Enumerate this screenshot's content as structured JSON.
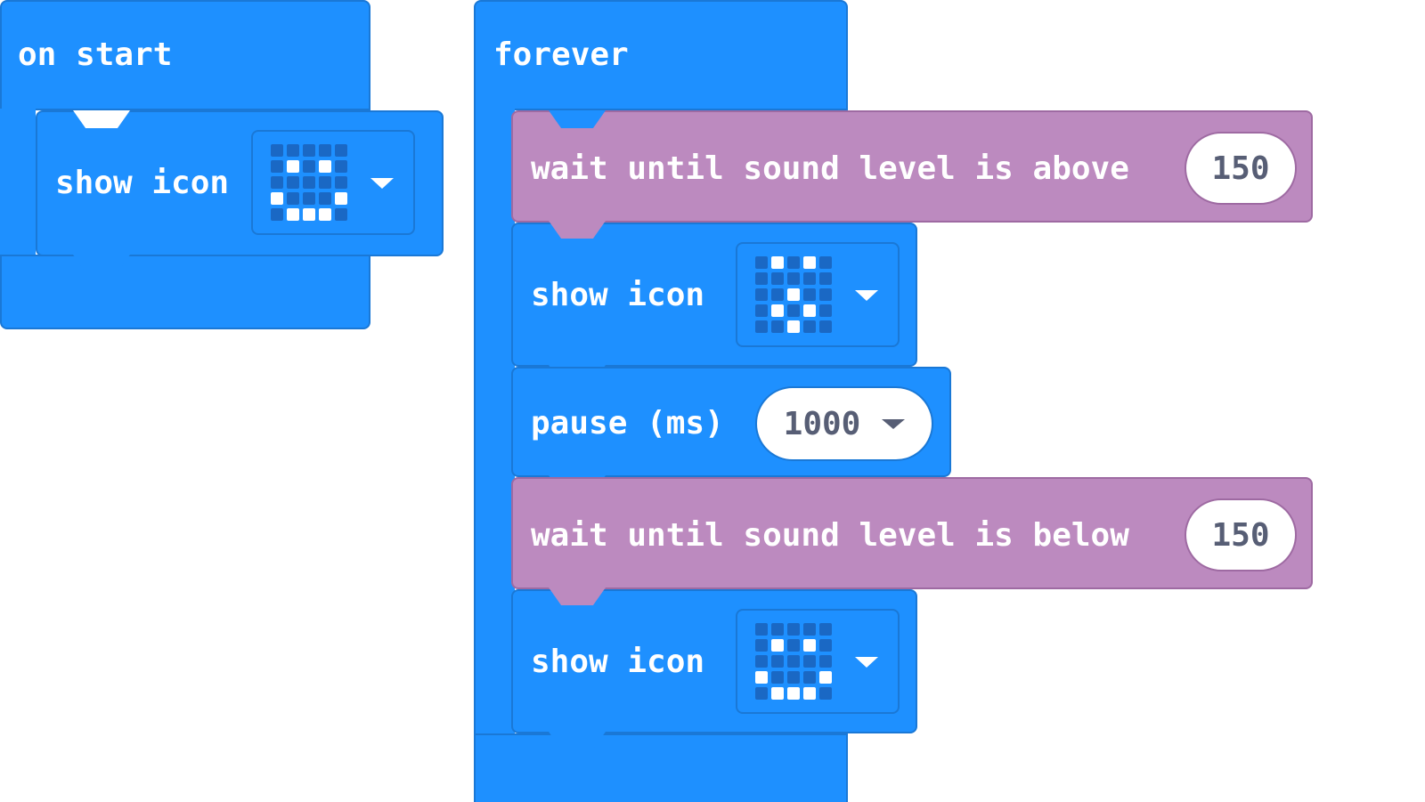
{
  "colors": {
    "basic_block": "#1e90ff",
    "basic_border": "#1a78d6",
    "input_block": "#bc8abf",
    "input_border": "#9e6aa2",
    "pixel_on": "#ffffff",
    "pixel_off": "#1a68c4",
    "value_text": "#575e75"
  },
  "on_start": {
    "label": "on start",
    "show_icon": {
      "label": "show icon",
      "icon": [
        [
          0,
          0,
          0,
          0,
          0
        ],
        [
          0,
          1,
          0,
          1,
          0
        ],
        [
          0,
          0,
          0,
          0,
          0
        ],
        [
          1,
          0,
          0,
          0,
          1
        ],
        [
          0,
          1,
          1,
          1,
          0
        ]
      ]
    }
  },
  "forever": {
    "label": "forever",
    "wait_above": {
      "label": "wait until sound level is above",
      "value": "150"
    },
    "show_icon_1": {
      "label": "show icon",
      "icon": [
        [
          0,
          1,
          0,
          1,
          0
        ],
        [
          0,
          0,
          0,
          0,
          0
        ],
        [
          0,
          0,
          1,
          0,
          0
        ],
        [
          0,
          1,
          0,
          1,
          0
        ],
        [
          0,
          0,
          1,
          0,
          0
        ]
      ]
    },
    "pause": {
      "label": "pause (ms)",
      "value": "1000"
    },
    "wait_below": {
      "label": "wait until sound level is below",
      "value": "150"
    },
    "show_icon_2": {
      "label": "show icon",
      "icon": [
        [
          0,
          0,
          0,
          0,
          0
        ],
        [
          0,
          1,
          0,
          1,
          0
        ],
        [
          0,
          0,
          0,
          0,
          0
        ],
        [
          1,
          0,
          0,
          0,
          1
        ],
        [
          0,
          1,
          1,
          1,
          0
        ]
      ]
    }
  }
}
